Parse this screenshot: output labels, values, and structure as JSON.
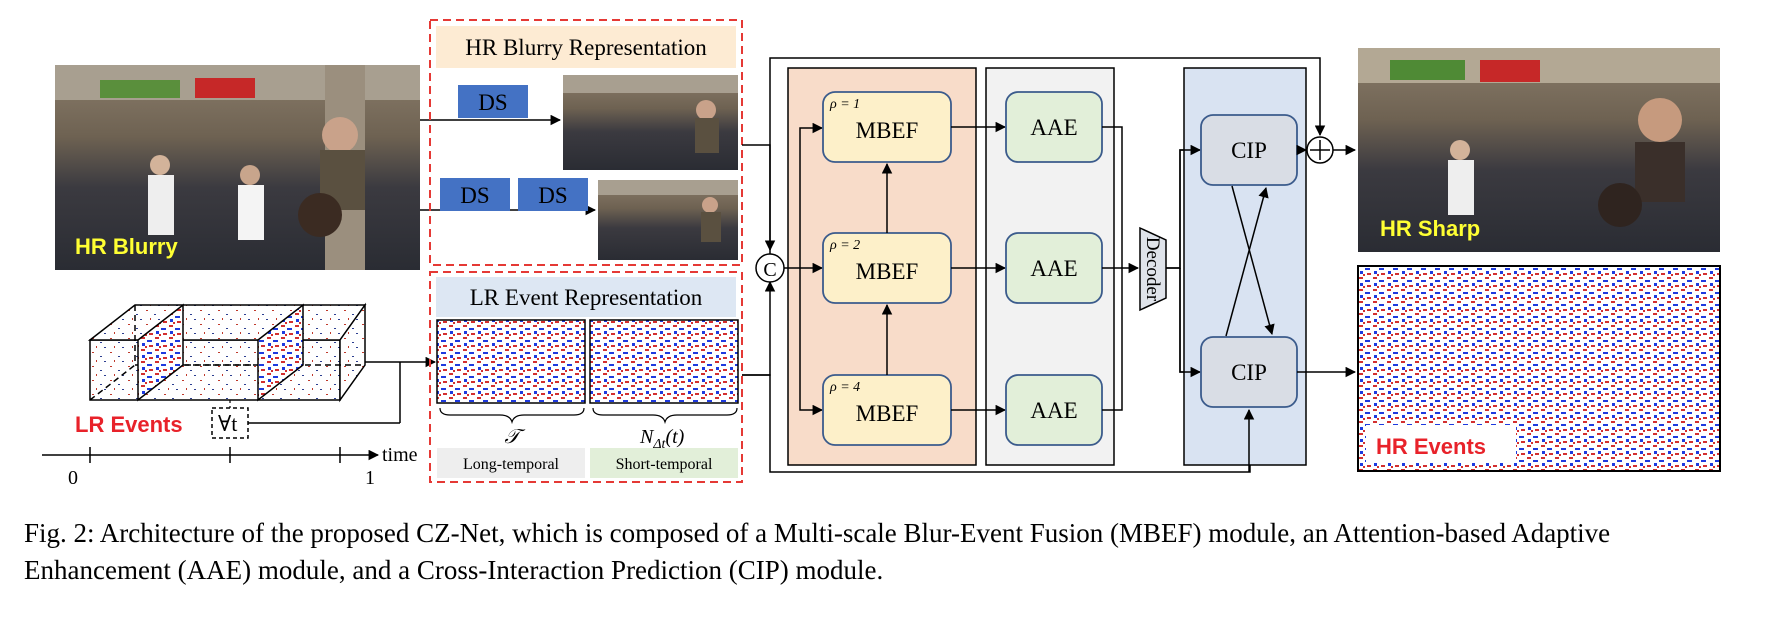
{
  "inputs": {
    "hr_blurry_label": "HR Blurry",
    "lr_events_label": "LR Events",
    "forall_label": "∀t",
    "time_axis": {
      "label": "time",
      "start": "0",
      "end": "1"
    }
  },
  "hr_blurry_rep": {
    "title": "HR Blurry Representation",
    "ds_label": "DS"
  },
  "lr_event_rep": {
    "title": "LR Event Representation",
    "tau_label": "𝒯",
    "n_label_main": "N",
    "n_label_sub": "Δt",
    "n_label_arg": "(t)",
    "long_label": "Long-temporal",
    "short_label": "Short-temporal"
  },
  "network": {
    "concat_symbol": "C",
    "mbef_label": "MBEF",
    "mbef_rho": [
      "ρ = 1",
      "ρ = 2",
      "ρ = 4"
    ],
    "aae_label": "AAE",
    "decoder_label": "Decoder",
    "cip_label": "CIP"
  },
  "outputs": {
    "hr_sharp_label": "HR Sharp",
    "hr_events_label": "HR Events"
  },
  "caption": "Fig. 2: Architecture of the proposed CZ-Net, which is composed of a Multi-scale Blur-Event Fusion (MBEF) module, an Attention-based Adaptive Enhancement (AAE) module, and a Cross-Interaction Prediction (CIP) module.",
  "colors": {
    "dashed_red": "#e53935",
    "ds_blue": "#4472c4",
    "blurry_header": "#fdebd3",
    "event_header": "#dde7f3",
    "mbef_panel": "#f8dcc9",
    "mbef_box": "#fdf0c9",
    "aae_panel": "#f2f2f2",
    "aae_box": "#e2efd9",
    "cip_panel": "#d9e3f2",
    "cip_box": "#d9dde5",
    "label_yellow": "#ffff33",
    "label_red": "#e8222a"
  }
}
